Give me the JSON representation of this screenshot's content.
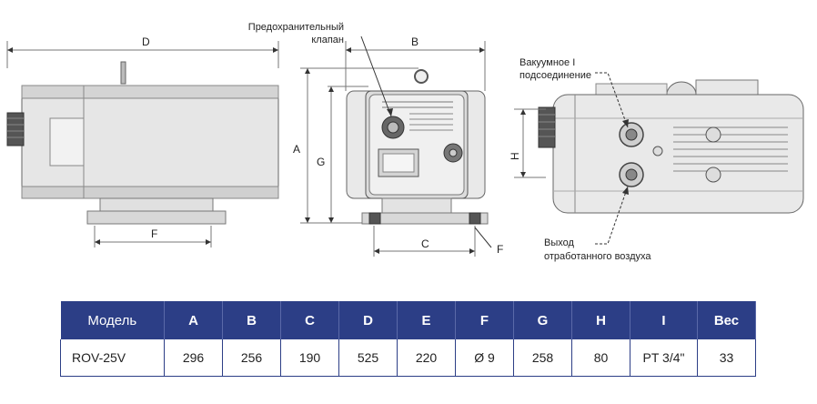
{
  "labels": {
    "safety_valve_line1": "Предохранительный",
    "safety_valve_line2": "клапан",
    "vacuum_line1": "Вакуумное  I",
    "vacuum_line2": "подсоединение",
    "exhaust_line1": "Выход",
    "exhaust_line2": "отработанного воздуха",
    "dim_D": "D",
    "dim_B": "B",
    "dim_A": "A",
    "dim_G": "G",
    "dim_F_side": "F",
    "dim_C": "C",
    "dim_F_front": "F",
    "dim_H": "H"
  },
  "table": {
    "headers": [
      "Модель",
      "A",
      "B",
      "C",
      "D",
      "E",
      "F",
      "G",
      "H",
      "I",
      "Вес"
    ],
    "rows": [
      [
        "ROV-25V",
        "296",
        "256",
        "190",
        "525",
        "220",
        "Ø 9",
        "258",
        "80",
        "PT 3/4\"",
        "33"
      ]
    ]
  }
}
